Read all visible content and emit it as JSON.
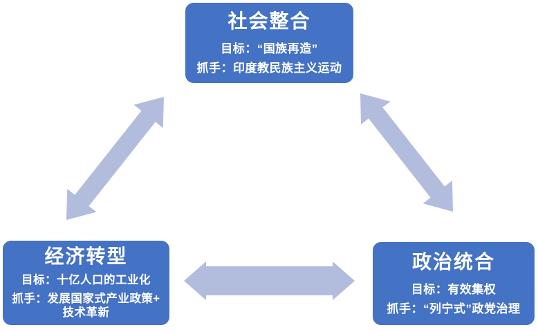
{
  "colors": {
    "background": "#ffffff",
    "box_fill": "#4472c4",
    "box_border": "#ffffff",
    "box_text": "#ffffff",
    "arrow": "#b2bdde"
  },
  "diagram": {
    "nodes": [
      {
        "id": "social-integration",
        "title": "社会整合",
        "goal": "目标：“国族再造”",
        "lever": "抓手：印度教民族主义运动"
      },
      {
        "id": "economic-transformation",
        "title": "经济转型",
        "goal": "目标：十亿人口的工业化",
        "lever_line1": "抓手：发展国家式产业政策+",
        "lever_line2": "技术革新"
      },
      {
        "id": "political-unification",
        "title": "政治统合",
        "goal": "目标：有效集权",
        "lever": "抓手：“列宁式”政党治理"
      }
    ],
    "connectors": [
      {
        "name": "social-economic",
        "style": "double-arrow"
      },
      {
        "name": "social-political",
        "style": "double-arrow"
      },
      {
        "name": "economic-political",
        "style": "double-arrow"
      }
    ]
  }
}
